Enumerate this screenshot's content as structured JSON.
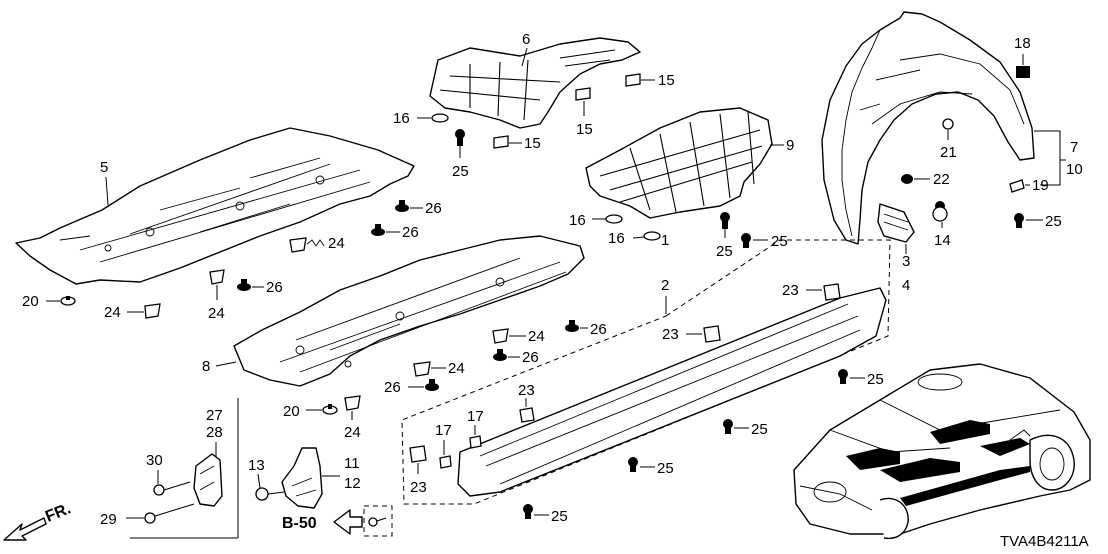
{
  "diagram_code": "TVA4B4211A",
  "ref_label": "B-50",
  "direction_label": "FR.",
  "callouts": {
    "c1": "1",
    "c2": "2",
    "c3": "3",
    "c4": "4",
    "c5": "5",
    "c6": "6",
    "c7": "7",
    "c8": "8",
    "c9": "9",
    "c10": "10",
    "c11": "11",
    "c12": "12",
    "c13": "13",
    "c14": "14",
    "c15a": "15",
    "c15b": "15",
    "c15c": "15",
    "c16a": "16",
    "c16b": "16",
    "c16c": "16",
    "c17a": "17",
    "c17b": "17",
    "c18": "18",
    "c19": "19",
    "c20a": "20",
    "c20b": "20",
    "c21": "21",
    "c22": "22",
    "c23a": "23",
    "c23b": "23",
    "c23c": "23",
    "c23d": "23",
    "c24a": "24",
    "c24b": "24",
    "c24c": "24",
    "c24d": "24",
    "c24e": "24",
    "c24f": "24",
    "c25a": "25",
    "c25b": "25",
    "c25c": "25",
    "c25d": "25",
    "c25e": "25",
    "c25f": "25",
    "c25g": "25",
    "c26a": "26",
    "c26b": "26",
    "c26c": "26",
    "c26d": "26",
    "c26e": "26",
    "c26f": "26",
    "c27": "27",
    "c28": "28",
    "c29": "29",
    "c30": "30"
  }
}
